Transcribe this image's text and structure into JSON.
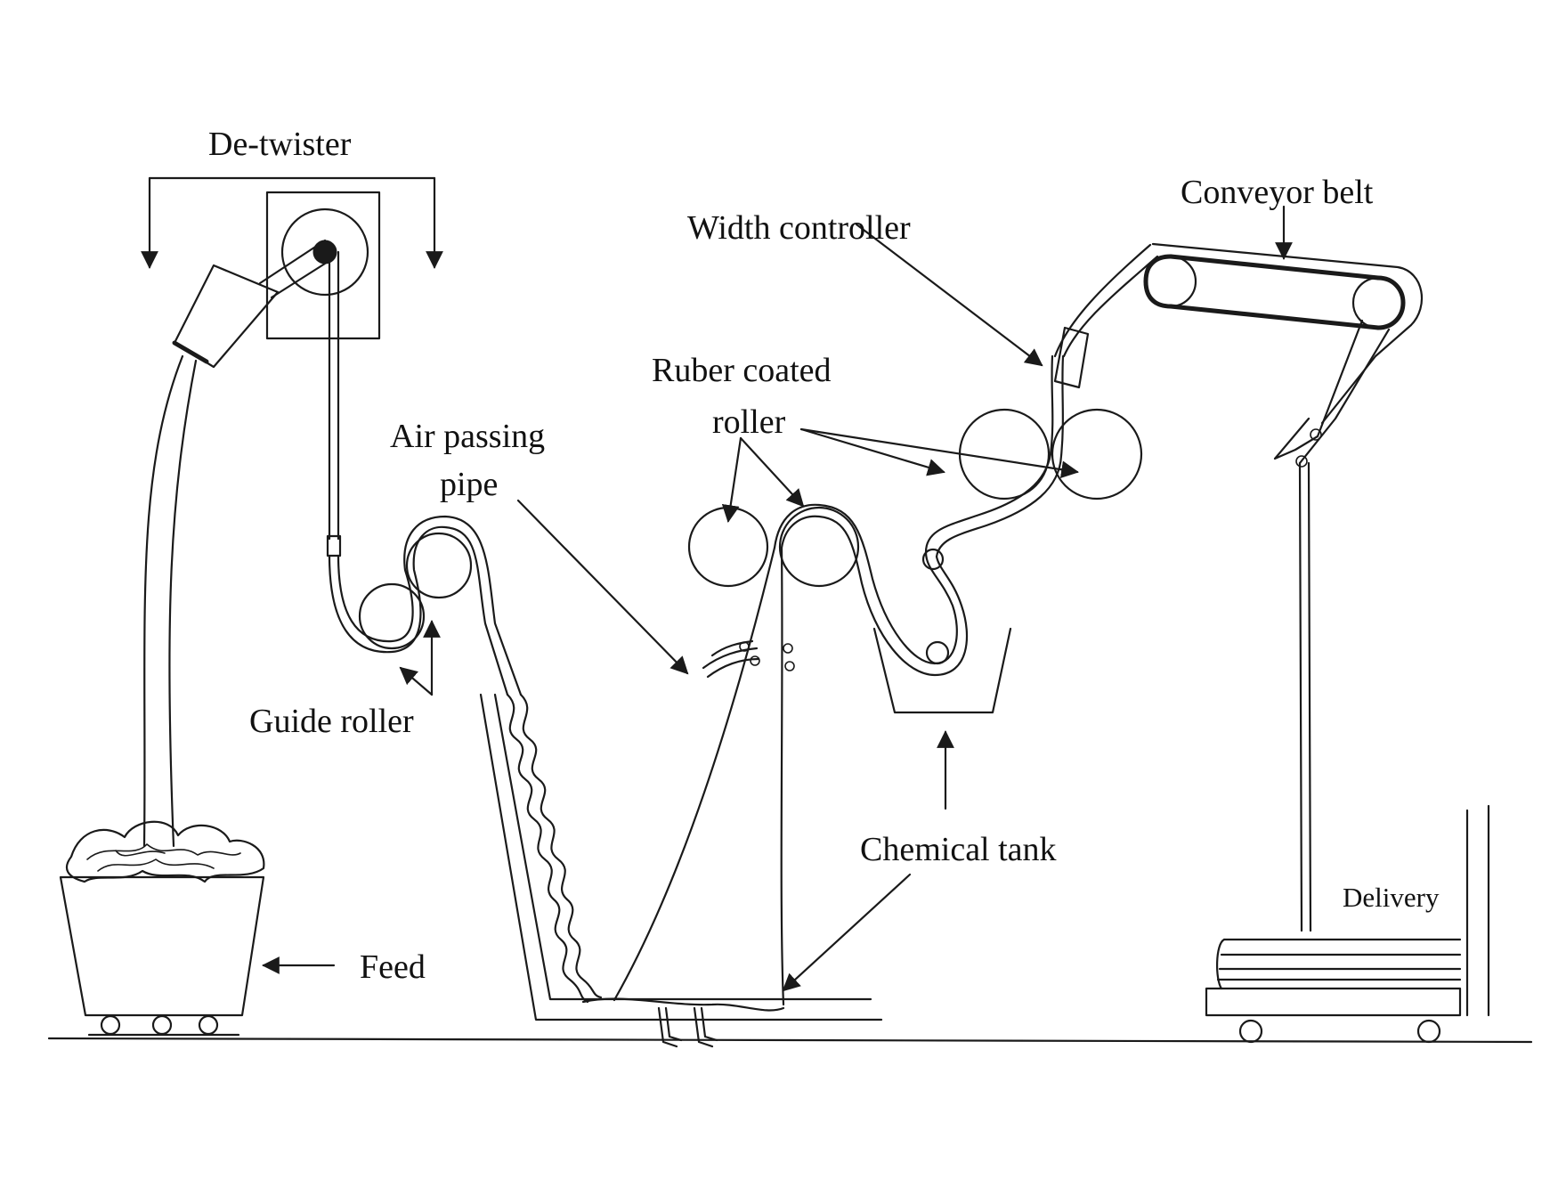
{
  "labels": {
    "de_twister": "De-twister",
    "guide_roller": "Guide roller",
    "feed": "Feed",
    "air_passing_pipe_1": "Air passing",
    "air_passing_pipe_2": "pipe",
    "ruber_coated_roller_1": "Ruber coated",
    "ruber_coated_roller_2": "roller",
    "width_controller": "Width controller",
    "conveyor_belt": "Conveyor belt",
    "chemical_tank": "Chemical tank",
    "delivery": "Delivery"
  }
}
